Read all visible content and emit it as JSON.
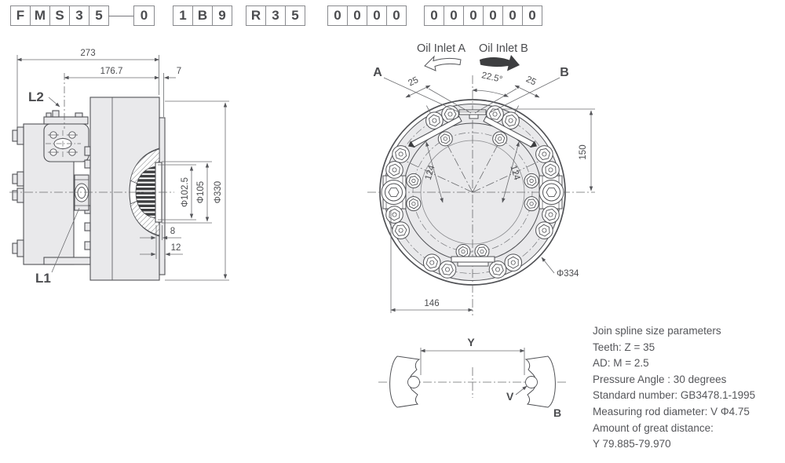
{
  "model_code": {
    "group1": [
      "F",
      "M",
      "S",
      "3",
      "5"
    ],
    "suffix": [
      "0"
    ],
    "group2": [
      "1",
      "B",
      "9"
    ],
    "group3": [
      "R",
      "3",
      "5"
    ],
    "group4": [
      "0",
      "0",
      "0",
      "0"
    ],
    "group5": [
      "0",
      "0",
      "0",
      "0",
      "0",
      "0"
    ]
  },
  "side_view": {
    "labels": {
      "l1": "L1",
      "l2": "L2"
    },
    "dims": {
      "overall_length": "273",
      "body_length": "176.7",
      "flange_width": "7",
      "shaft_step_1": "8",
      "shaft_step_2": "12",
      "spline_od": "Φ102.5",
      "pilot_od": "Φ105",
      "body_od": "Φ330"
    }
  },
  "front_view": {
    "labels": {
      "port_a": "A",
      "port_b": "B",
      "oil_inlet_a": "Oil Inlet A",
      "oil_inlet_b": "Oil Inlet B"
    },
    "dims": {
      "port_width_left": "25",
      "port_width_right": "25",
      "port_angle": "22.5°",
      "top_to_center": "150",
      "radial_left": "124",
      "radial_right": "124",
      "outer_diameter": "Φ334",
      "center_to_boss": "146"
    }
  },
  "spline_detail": {
    "labels": {
      "y": "Y",
      "v": "V",
      "b": "B"
    }
  },
  "spline_params": {
    "lines": [
      "Join spline size parameters",
      "Teeth:  Z = 35",
      "AD: M = 2.5",
      "Pressure Angle : 30 degrees",
      "Standard number: GB3478.1-1995",
      "Measuring rod diameter: V Φ4.75",
      "Amount of great distance:",
      "Y 79.885-79.970"
    ]
  },
  "colors": {
    "line": "#55565a",
    "dark": "#3d3e40",
    "body_fill": "#e9e9eb",
    "dim": "#6b6c6f"
  }
}
